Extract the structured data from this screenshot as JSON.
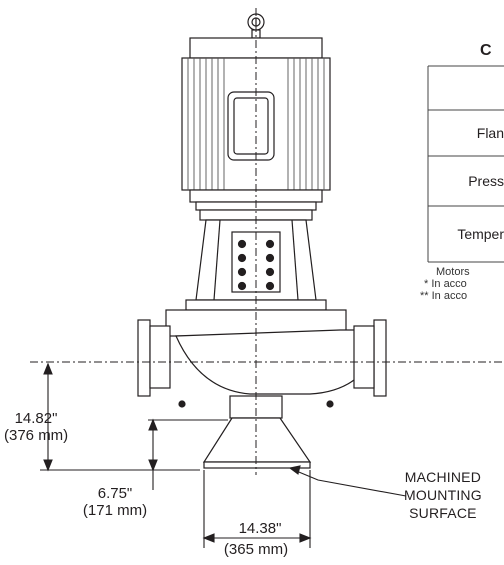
{
  "dimensions": {
    "d1": {
      "in": "14.82\"",
      "mm": "(376 mm)"
    },
    "d2": {
      "in": "6.75\"",
      "mm": "(171 mm)"
    },
    "d3": {
      "in": "14.38\"",
      "mm": "(365 mm)"
    }
  },
  "callout": [
    "MACHINED",
    "MOUNTING",
    "SURFACE"
  ],
  "table": {
    "title": "C",
    "rows": [
      "",
      "Flan",
      "Press",
      "Temper"
    ]
  },
  "notes": [
    "Motors",
    "*  In acco",
    "** In acco"
  ]
}
